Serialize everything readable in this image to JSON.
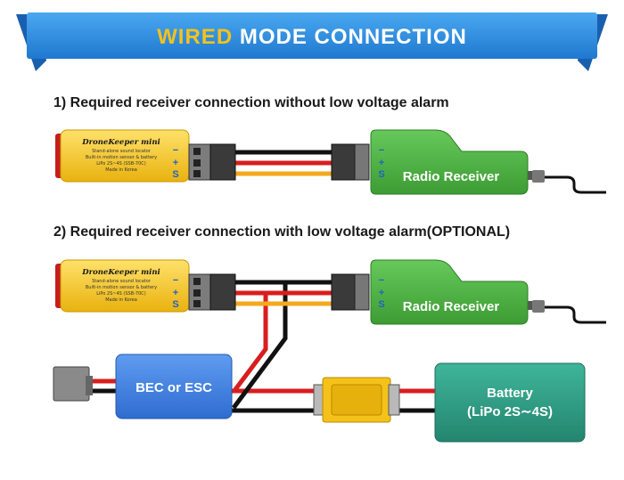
{
  "banner": {
    "title_accent": "WIRED",
    "title_rest": " MODE CONNECTION",
    "accent_color": "#f4c21a",
    "bar_color": "#2b8fe0"
  },
  "sections": [
    {
      "title": "1) Required receiver connection without low voltage alarm"
    },
    {
      "title": "2) Required receiver connection with low voltage alarm(OPTIONAL)"
    }
  ],
  "device": {
    "brand": "DroneKeeper mini",
    "lines": [
      "Stand-alone sound locator",
      "Built-in motion sensor & battery",
      "LiPo 2S~4S (SSB-70C)",
      "Made in Korea"
    ],
    "color": "#f4c21a"
  },
  "receiver": {
    "label": "Radio Receiver",
    "pin_minus": "−",
    "pin_plus": "+",
    "pin_signal": "S",
    "color": "#4caf3f"
  },
  "bec": {
    "label": "BEC or ESC",
    "color": "#3d7bdc"
  },
  "battery": {
    "line1": "Battery",
    "line2": "(LiPo 2S∼4S)",
    "color": "#2e9a83"
  },
  "wire_colors": {
    "ground": "#111111",
    "power": "#d81e1e",
    "signal": "#f3a81d"
  }
}
